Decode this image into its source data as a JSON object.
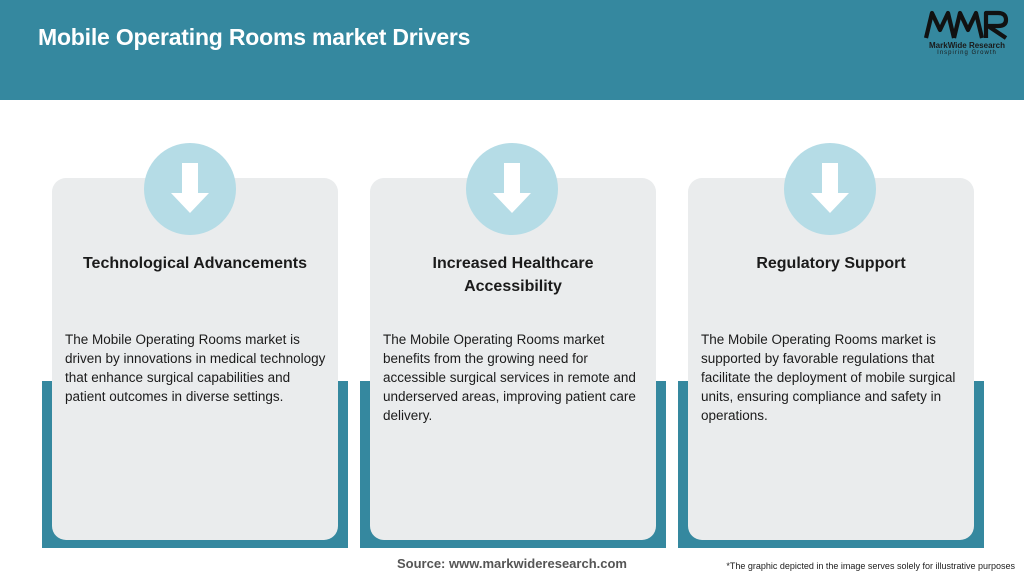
{
  "header": {
    "title": "Mobile Operating Rooms market Drivers",
    "logo": {
      "mark": "MWR",
      "name": "MarkWide Research",
      "tagline": "Inspiring Growth"
    }
  },
  "colors": {
    "header_bg": "#35889f",
    "card_bg": "#eaeced",
    "circle_bg": "#b5dce6",
    "accent": "#35889f"
  },
  "cards": [
    {
      "icon": "arrow-down-icon",
      "title": "Technological Advancements",
      "text": "The Mobile Operating Rooms market is driven by innovations in medical technology that enhance surgical capabilities and patient outcomes in diverse settings."
    },
    {
      "icon": "arrow-down-icon",
      "title": "Increased Healthcare Accessibility",
      "text": "The Mobile Operating Rooms market benefits from the growing need for accessible surgical services in remote and underserved areas, improving patient care delivery."
    },
    {
      "icon": "arrow-down-icon",
      "title": "Regulatory Support",
      "text": "The Mobile Operating Rooms market is supported by favorable regulations that facilitate the deployment of mobile surgical units, ensuring compliance and safety in operations."
    }
  ],
  "footer": {
    "source": "Source: www.markwideresearch.com",
    "disclaimer": "*The graphic depicted in the image serves solely for illustrative purposes"
  }
}
